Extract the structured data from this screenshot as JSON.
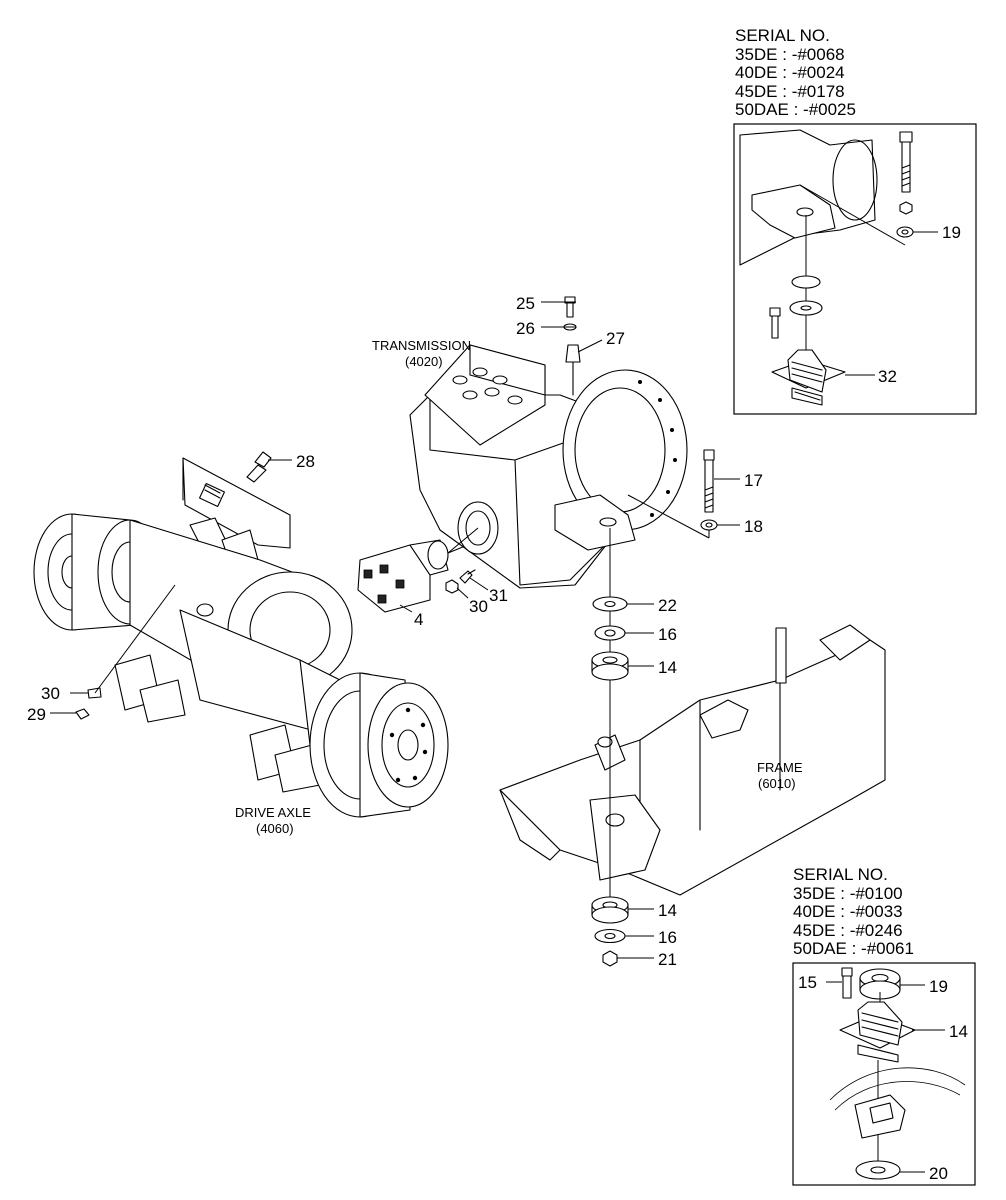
{
  "labels": {
    "transmission": "TRANSMISSION",
    "transmission_code": "(4020)",
    "drive_axle": "DRIVE AXLE",
    "drive_axle_code": "(4060)",
    "frame": "FRAME",
    "frame_code": "(6010)"
  },
  "serial_top": {
    "title": "SERIAL NO.",
    "lines": [
      "35DE : -#0068",
      "40DE : -#0024",
      "45DE : -#0178",
      "50DAE : -#0025"
    ]
  },
  "serial_bottom": {
    "title": "SERIAL NO.",
    "lines": [
      "35DE : -#0100",
      "40DE : -#0033",
      "45DE : -#0246",
      "50DAE : -#0061"
    ]
  },
  "callouts": {
    "p25": "25",
    "p26": "26",
    "p27": "27",
    "p28": "28",
    "p17": "17",
    "p18": "18",
    "p22": "22",
    "p16a": "16",
    "p14a": "14",
    "p30a": "30",
    "p31": "31",
    "p4": "4",
    "p30b": "30",
    "p29": "29",
    "p14b": "14",
    "p16b": "16",
    "p21": "21",
    "p19a": "19",
    "p32": "32",
    "p15": "15",
    "p19b": "19",
    "p14c": "14",
    "p20": "20"
  }
}
